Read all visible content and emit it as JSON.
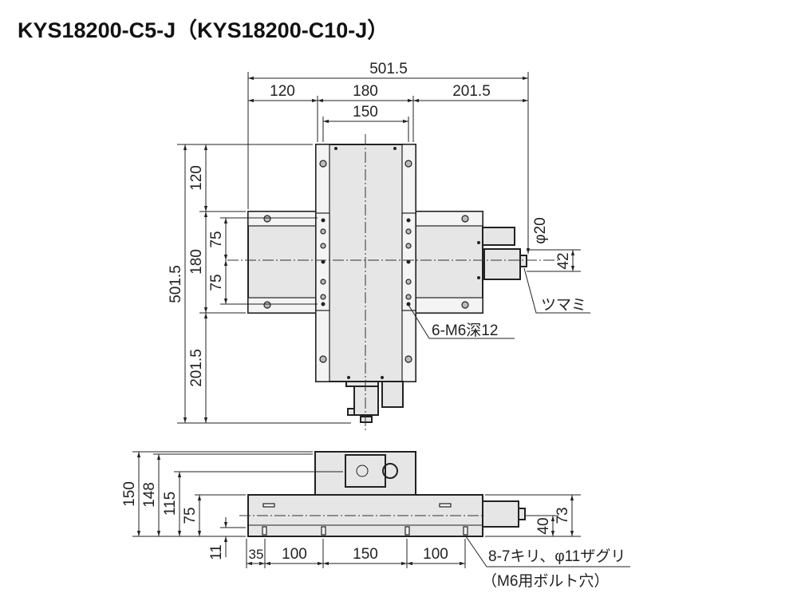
{
  "title": "KYS18200-C5-J（KYS18200-C10-J）",
  "top_view": {
    "width_dims": {
      "total": "501.5",
      "left": "120",
      "middle": "180",
      "right": "201.5",
      "table": "150"
    },
    "height_dims": {
      "total": "501.5",
      "top": "120",
      "middle": "180",
      "bottom": "201.5",
      "upper_half": "75",
      "lower_half": "75"
    },
    "knob_dims": {
      "diameter": "φ20",
      "offset": "42"
    },
    "labels": {
      "knob": "ツマミ",
      "tapped_holes": "6-M6深12"
    }
  },
  "side_view": {
    "height_dims": {
      "total": "150",
      "top_surface": "148",
      "upper_axis": "115",
      "base": "75",
      "counterbore": "11",
      "motor_height": "73",
      "motor_axis": "40"
    },
    "hole_pitch": [
      "35",
      "100",
      "150",
      "100"
    ],
    "labels": {
      "mount_holes": "8-7キリ、φ11ザグリ",
      "mount_holes_note": "（M6用ボルト穴）"
    }
  }
}
